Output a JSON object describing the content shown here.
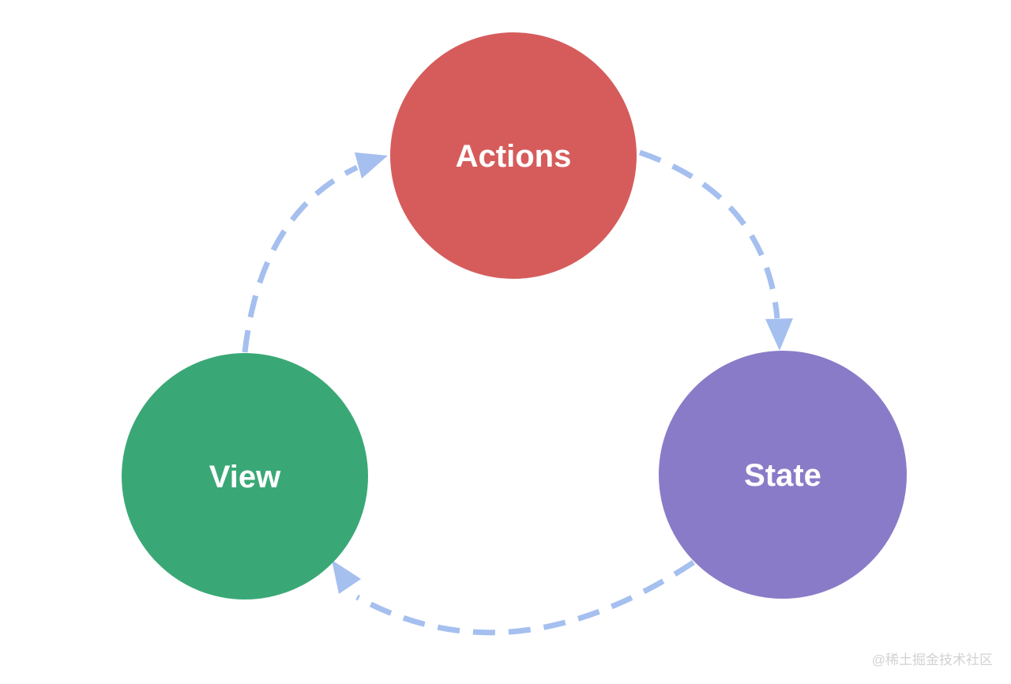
{
  "canvas": {
    "background": "#ffffff"
  },
  "diagram": {
    "type": "cycle",
    "nodes": [
      {
        "id": "actions",
        "label": "Actions",
        "color": "#d65c5c",
        "text_color": "#ffffff"
      },
      {
        "id": "view",
        "label": "View",
        "color": "#3aa876",
        "text_color": "#ffffff"
      },
      {
        "id": "state",
        "label": "State",
        "color": "#8a7bc8",
        "text_color": "#ffffff"
      }
    ],
    "edges": [
      {
        "from": "Actions",
        "to": "State",
        "style": "dashed-arrow"
      },
      {
        "from": "State",
        "to": "View",
        "style": "dashed-arrow"
      },
      {
        "from": "View",
        "to": "Actions",
        "style": "dashed-arrow"
      }
    ],
    "arrow_color": "#a5bfef"
  },
  "watermark": {
    "text": "@稀土掘金技术社区",
    "color": "#d2d2d2"
  }
}
